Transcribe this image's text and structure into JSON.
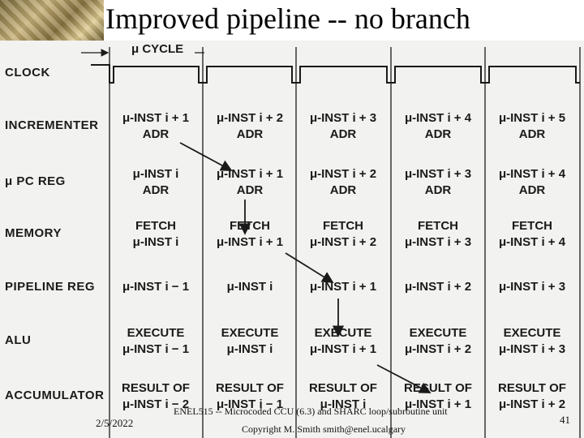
{
  "slide": {
    "title": "Improved pipeline -- no branch",
    "date": "2/5/2022",
    "course_note": "ENEL515 -- Microcoded CCU (6.3) and SHARC loop/subroutine unit",
    "copyright": "Copyright M. Smith smith@enel.ucalgary",
    "page_number": "41"
  },
  "diagram": {
    "cycle_label": "μ CYCLE",
    "row_labels": [
      "CLOCK",
      "INCREMENTER",
      "μ PC REG",
      "MEMORY",
      "PIPELINE REG",
      "ALU",
      "ACCUMULATOR"
    ],
    "columns": [
      {
        "incrementer": [
          "μ-INST i + 1",
          "ADR"
        ],
        "pc_reg": [
          "μ-INST i",
          "ADR"
        ],
        "memory": [
          "FETCH",
          "μ-INST i"
        ],
        "pipeline_reg": [
          "μ-INST i − 1"
        ],
        "alu": [
          "EXECUTE",
          "μ-INST i − 1"
        ],
        "accumulator": [
          "RESULT OF",
          "μ-INST i − 2"
        ]
      },
      {
        "incrementer": [
          "μ-INST i + 2",
          "ADR"
        ],
        "pc_reg": [
          "μ-INST i + 1",
          "ADR"
        ],
        "memory": [
          "FETCH",
          "μ-INST i + 1"
        ],
        "pipeline_reg": [
          "μ-INST i"
        ],
        "alu": [
          "EXECUTE",
          "μ-INST i"
        ],
        "accumulator": [
          "RESULT OF",
          "μ-INST i − 1"
        ]
      },
      {
        "incrementer": [
          "μ-INST i + 3",
          "ADR"
        ],
        "pc_reg": [
          "μ-INST i + 2",
          "ADR"
        ],
        "memory": [
          "FETCH",
          "μ-INST i + 2"
        ],
        "pipeline_reg": [
          "μ-INST i + 1"
        ],
        "alu": [
          "EXECUTE",
          "μ-INST i + 1"
        ],
        "accumulator": [
          "RESULT OF",
          "μ-INST i"
        ]
      },
      {
        "incrementer": [
          "μ-INST i + 4",
          "ADR"
        ],
        "pc_reg": [
          "μ-INST i + 3",
          "ADR"
        ],
        "memory": [
          "FETCH",
          "μ-INST i + 3"
        ],
        "pipeline_reg": [
          "μ-INST i + 2"
        ],
        "alu": [
          "EXECUTE",
          "μ-INST i + 2"
        ],
        "accumulator": [
          "RESULT OF",
          "μ-INST i + 1"
        ]
      },
      {
        "incrementer": [
          "μ-INST i + 5",
          "ADR"
        ],
        "pc_reg": [
          "μ-INST i + 4",
          "ADR"
        ],
        "memory": [
          "FETCH",
          "μ-INST i + 4"
        ],
        "pipeline_reg": [
          "μ-INST i + 3"
        ],
        "alu": [
          "EXECUTE",
          "μ-INST i + 3"
        ],
        "accumulator": [
          "RESULT OF",
          "μ-INST i + 2"
        ]
      }
    ]
  }
}
